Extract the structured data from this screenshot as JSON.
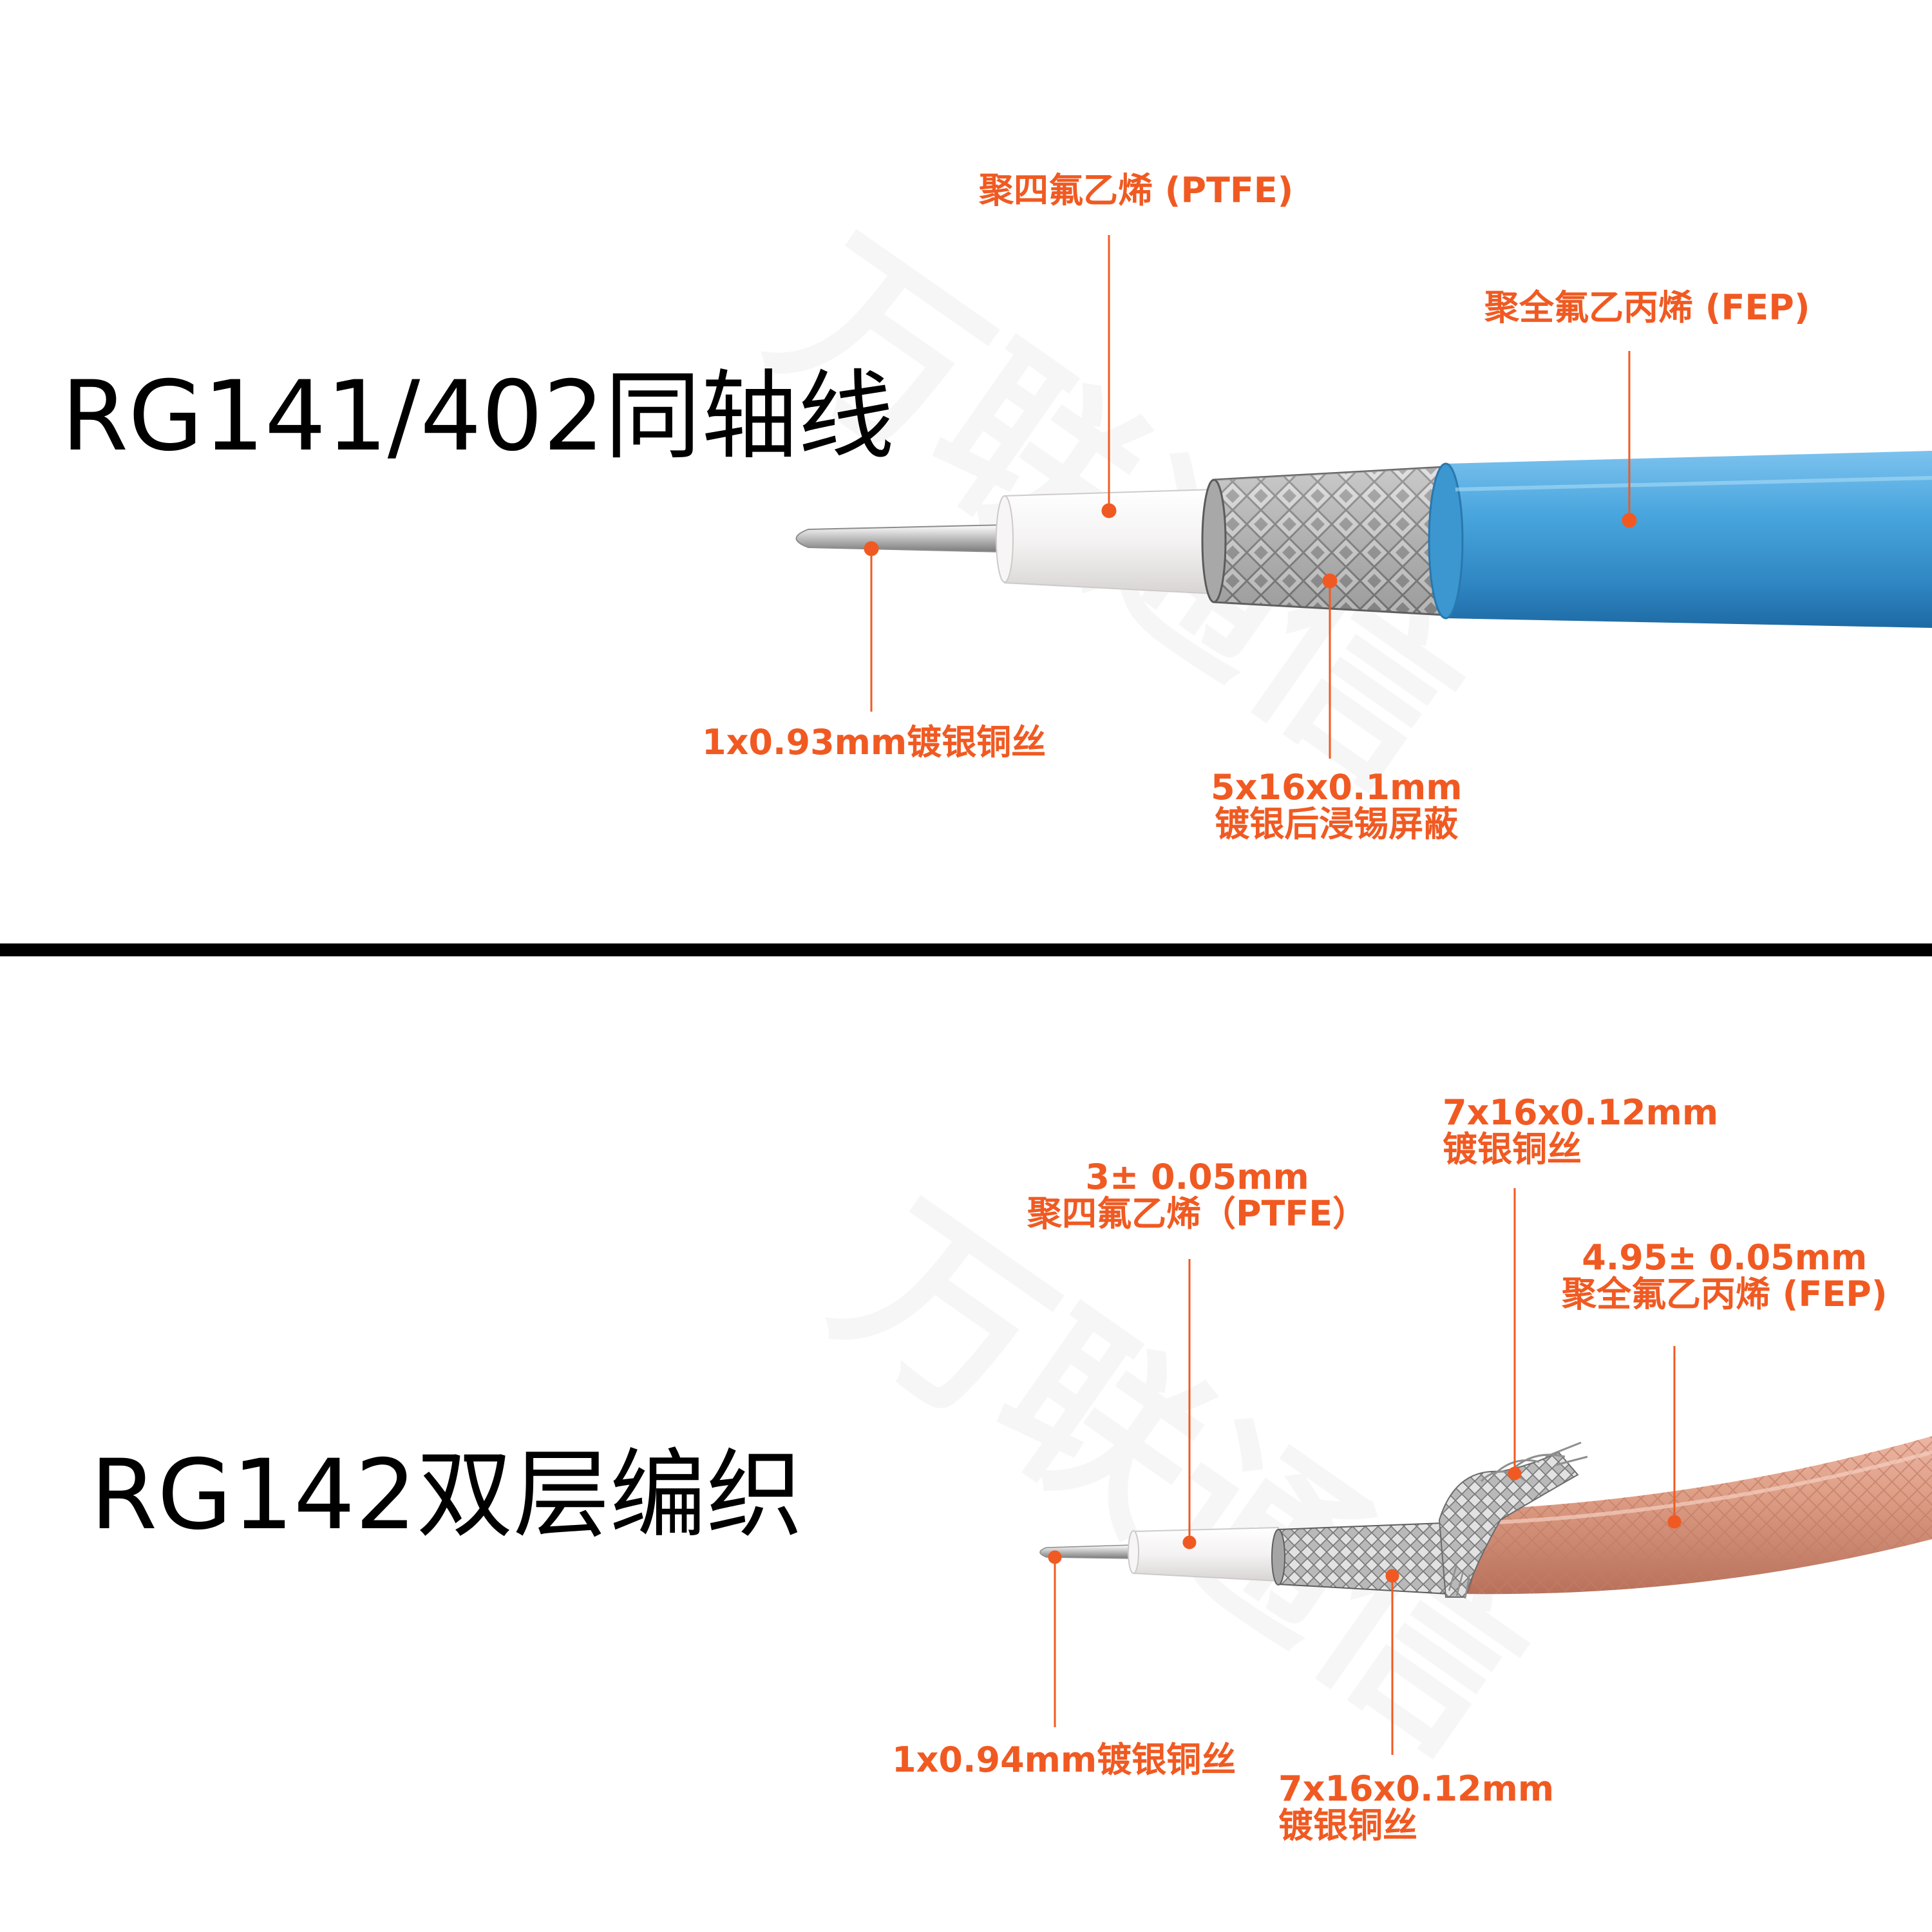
{
  "watermark": "万联通信",
  "top_section": {
    "title": "RG141/402同轴线",
    "labels": {
      "ptfe": "聚四氟乙烯 (PTFE)",
      "fep": "聚全氟乙丙烯 (FEP)",
      "conductor": "1x0.93mm镀银铜丝",
      "shield_line1": "5x16x0.1mm",
      "shield_line2": "镀银后浸锡屏蔽"
    }
  },
  "bottom_section": {
    "title": "RG142双层编织",
    "labels": {
      "outer_braid_line1": "7x16x0.12mm",
      "outer_braid_line2": "镀银铜丝",
      "ptfe_line1": "3± 0.05mm",
      "ptfe_line2": "聚四氟乙烯（PTFE）",
      "fep_line1": "4.95± 0.05mm",
      "fep_line2": "聚全氟乙丙烯 (FEP)",
      "conductor": "1x0.94mm镀银铜丝",
      "inner_braid_line1": "7x16x0.12mm",
      "inner_braid_line2": "镀银铜丝"
    }
  },
  "colors": {
    "label": "#f05a22",
    "blue_jacket": "#3d9bd6",
    "brown_jacket": "#d9947c",
    "divider": "#000000"
  }
}
